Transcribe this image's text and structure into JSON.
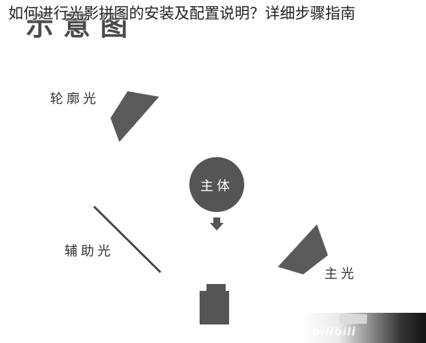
{
  "caption": "如何进行光影拼图的安装及配置说明？详细步骤指南",
  "diagram_title": "示意图",
  "labels": {
    "rim_light": "轮廓光",
    "fill_light": "辅助光",
    "key_light": "主光",
    "subject": "主体"
  },
  "watermark": {
    "logo_text": "bilibili"
  },
  "colors": {
    "shape_fill": "#5a5a5a",
    "line": "#444444",
    "text": "#333333",
    "background": "#ffffff"
  }
}
